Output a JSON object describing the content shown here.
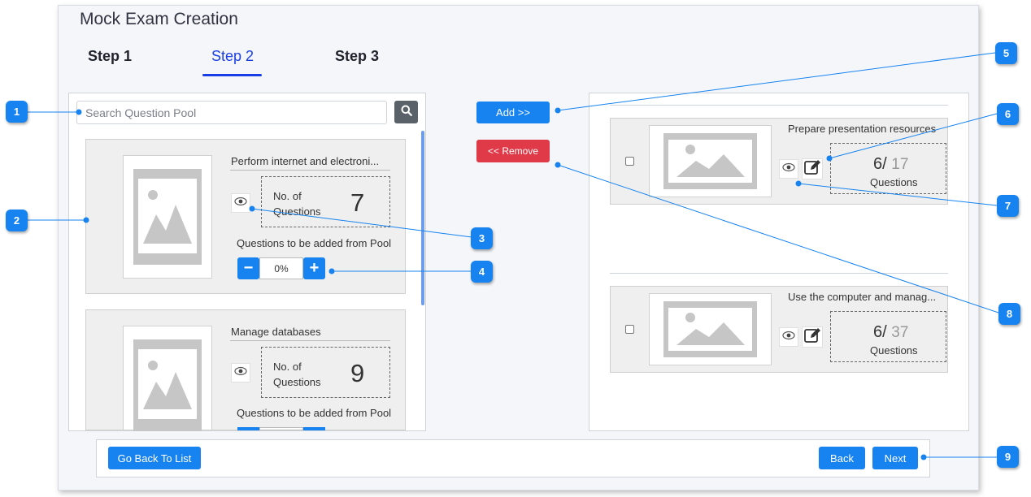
{
  "page": {
    "title": "Mock Exam Creation"
  },
  "steps": [
    {
      "label": "Step 1",
      "active": false
    },
    {
      "label": "Step 2",
      "active": true
    },
    {
      "label": "Step 3",
      "active": false
    }
  ],
  "search": {
    "placeholder": "Search Question Pool",
    "icon": "search-icon"
  },
  "pool": {
    "count_label": "No. of Questions",
    "pool_label": "Questions to be added from Pool",
    "items": [
      {
        "title": "Perform internet and electroni...",
        "count": "7",
        "percent": "0%"
      },
      {
        "title": "Manage databases",
        "count": "9",
        "percent": ""
      }
    ]
  },
  "actions": {
    "add_label": "Add >>",
    "remove_label": "<< Remove"
  },
  "selected": {
    "questions_label": "Questions",
    "items": [
      {
        "title": "Prepare presentation resources",
        "selected": "6/",
        "total": "17"
      },
      {
        "title": "Use the computer and manag...",
        "selected": "6/",
        "total": "37"
      }
    ]
  },
  "footer": {
    "back_to_list_label": "Go Back To List",
    "back_label": "Back",
    "next_label": "Next"
  },
  "callouts": [
    "1",
    "2",
    "3",
    "4",
    "5",
    "6",
    "7",
    "8",
    "9"
  ],
  "colors": {
    "primary": "#1683f0",
    "danger": "#e03a48",
    "active_step": "#1a3ee6",
    "callout": "#1683f0"
  }
}
